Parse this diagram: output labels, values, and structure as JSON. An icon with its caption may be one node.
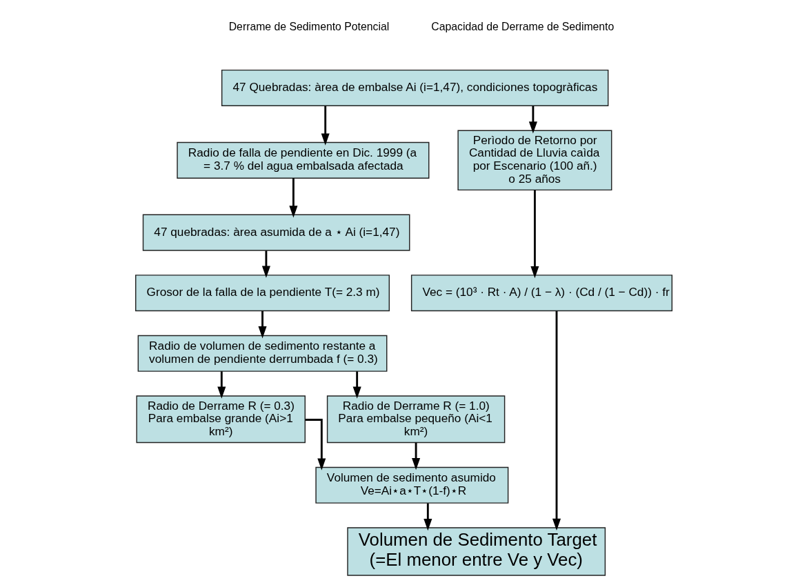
{
  "diagram": {
    "nodes": [
      {
        "text": [
          "47 Quebradas: àrea de embalse Ai (i=1,47), condiciones topogràficas"
        ]
      },
      {
        "text": [
          "Radio de falla de pendiente en Dic. 1999 (a = 3.7 % del agua embalsada afectada"
        ]
      },
      {
        "text": [
          "47 quebradas: àrea asumida de a ⋆ Ai (i=1,47)"
        ]
      },
      {
        "text": [
          "Grosor de la falla de la pendiente T(= 2.3 m)"
        ]
      },
      {
        "text": [
          "Radio de volumen de sedimento restante a volumen de pendiente derrumbada f (= 0.3)"
        ]
      },
      {
        "text": [
          "Radio de Derrame R (= 0.3) Para embalse grande (Ai>1 km²)"
        ]
      },
      {
        "text": [
          "Radio de Derrame R (= 1.0) Para embalse pequeño (Ai<1 km²)"
        ]
      },
      {
        "text": [
          "Volumen de sedimento asumido Ve=Ai⋆a⋆T⋆(1-f)⋆R"
        ]
      },
      {
        "text": [
          "Perìodo de Retorno por Cantidad de Lluvia caìda por Escenario (100 añ.) o 25 años"
        ]
      },
      {
        "text": [
          "Vec = (10³ · Rt · A) / (1 − λ) · (Cd / (1 − Cd)) · fr"
        ]
      },
      {
        "text": [
          "Volumen de Sedimento Target (=El menor entre Ve y Vec)"
        ]
      }
    ],
    "edges": [
      {
        "from": 0,
        "to": 1,
        "arrow": "to"
      },
      {
        "from": 0,
        "to": 8,
        "arrow": "to"
      },
      {
        "from": 1,
        "to": 2,
        "arrow": "to"
      },
      {
        "from": 2,
        "to": 3,
        "arrow": "to"
      },
      {
        "from": 3,
        "to": 4,
        "arrow": "to"
      },
      {
        "from": 4,
        "to": 5,
        "arrow": "to"
      },
      {
        "from": 4,
        "to": 6,
        "arrow": "to"
      },
      {
        "from": 5,
        "to": 7,
        "arrow": "to"
      },
      {
        "from": 6,
        "to": 7,
        "arrow": "to"
      },
      {
        "from": 8,
        "to": 9,
        "arrow": "to"
      },
      {
        "from": 7,
        "to": 10,
        "arrow": "to"
      },
      {
        "from": 9,
        "to": 10,
        "arrow": "to"
      }
    ],
    "labels": [
      "Derrame de Sedimento Potencial",
      "Capacidad de Derrame de Sedimento"
    ]
  }
}
